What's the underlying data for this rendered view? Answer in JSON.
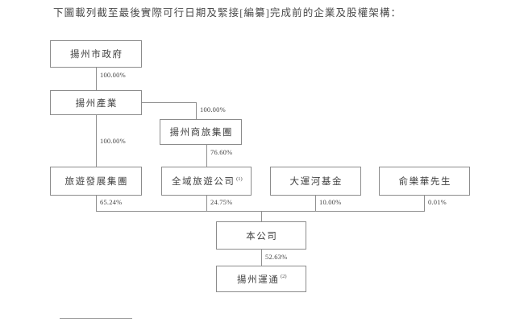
{
  "document": {
    "intro_text": "下圖載列截至最後實際可行日期及緊接[編纂]完成前的企業及股權架構："
  },
  "chart_data": {
    "type": "diagram",
    "title": "企業及股權架構",
    "nodes": [
      {
        "id": "n1",
        "label": "揚州市政府",
        "note": ""
      },
      {
        "id": "n2",
        "label": "揚州產業",
        "note": ""
      },
      {
        "id": "n3",
        "label": "揚州商旅集團",
        "note": ""
      },
      {
        "id": "n4",
        "label": "旅遊發展集團",
        "note": ""
      },
      {
        "id": "n5",
        "label": "全域旅遊公司",
        "note": "(1)"
      },
      {
        "id": "n6",
        "label": "大運河基金",
        "note": ""
      },
      {
        "id": "n7",
        "label": "俞樂華先生",
        "note": ""
      },
      {
        "id": "n8",
        "label": "本公司",
        "note": ""
      },
      {
        "id": "n9",
        "label": "揚州運通",
        "note": "(2)"
      }
    ],
    "edges": [
      {
        "from": "n1",
        "to": "n2",
        "percent": "100.00%"
      },
      {
        "from": "n2",
        "to": "n3",
        "percent": "100.00%"
      },
      {
        "from": "n2",
        "to": "n4",
        "percent": "100.00%"
      },
      {
        "from": "n3",
        "to": "n5",
        "percent": "76.60%"
      },
      {
        "from": "n4",
        "to": "n8",
        "percent": "65.24%"
      },
      {
        "from": "n5",
        "to": "n8",
        "percent": "24.75%"
      },
      {
        "from": "n6",
        "to": "n8",
        "percent": "10.00%"
      },
      {
        "from": "n7",
        "to": "n8",
        "percent": "0.01%"
      },
      {
        "from": "n8",
        "to": "n9",
        "percent": "52.63%"
      }
    ],
    "percent_labels": [
      "100.00%",
      "100.00%",
      "100.00%",
      "76.60%",
      "65.24%",
      "24.75%",
      "10.00%",
      "0.01%",
      "52.63%"
    ],
    "colors": {
      "box_border": "#8c8c8c",
      "connector": "#8f8f8f",
      "text": "#3f3f3f",
      "background": "#ffffff"
    }
  }
}
